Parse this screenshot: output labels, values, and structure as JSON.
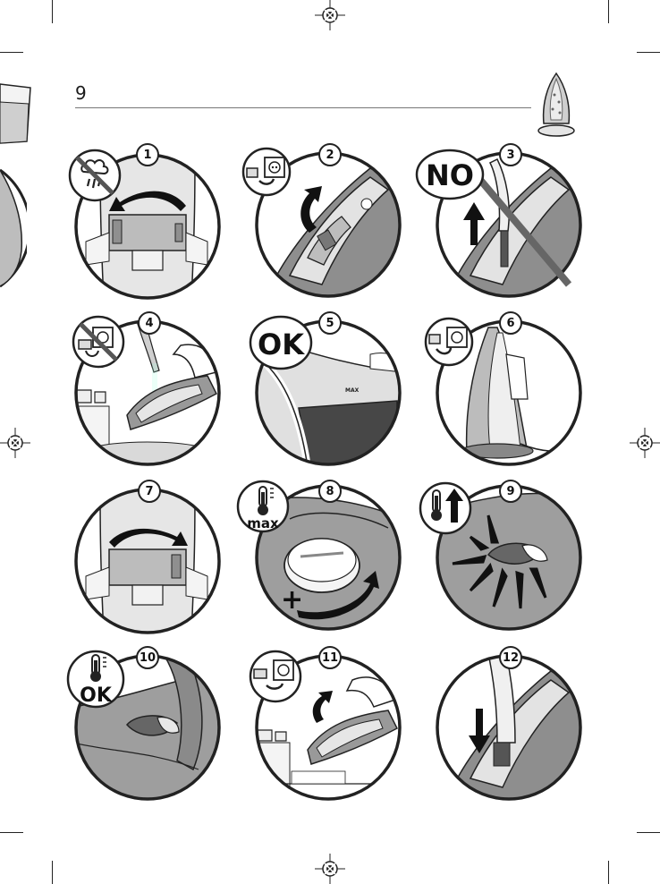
{
  "page": {
    "number": "9"
  },
  "steps": [
    {
      "number": "1"
    },
    {
      "number": "2"
    },
    {
      "number": "3",
      "callout": "NO"
    },
    {
      "number": "4"
    },
    {
      "number": "5",
      "callout": "OK",
      "tank_label": "MAX"
    },
    {
      "number": "6"
    },
    {
      "number": "7"
    },
    {
      "number": "8",
      "callout": "max",
      "sign": "+"
    },
    {
      "number": "9"
    },
    {
      "number": "10",
      "callout": "OK"
    },
    {
      "number": "11"
    },
    {
      "number": "12"
    }
  ],
  "icons": {
    "thermometer": "thermometer-icon",
    "steam": "steam-icon",
    "plug": "plug-socket-icon",
    "arrow": "arrow-icon",
    "prohibited": "no-entry-icon"
  },
  "colors": {
    "line": "#222222",
    "mid_grey": "#9a9a9a",
    "dark_grey": "#555555",
    "light_grey": "#d4d4d4"
  }
}
